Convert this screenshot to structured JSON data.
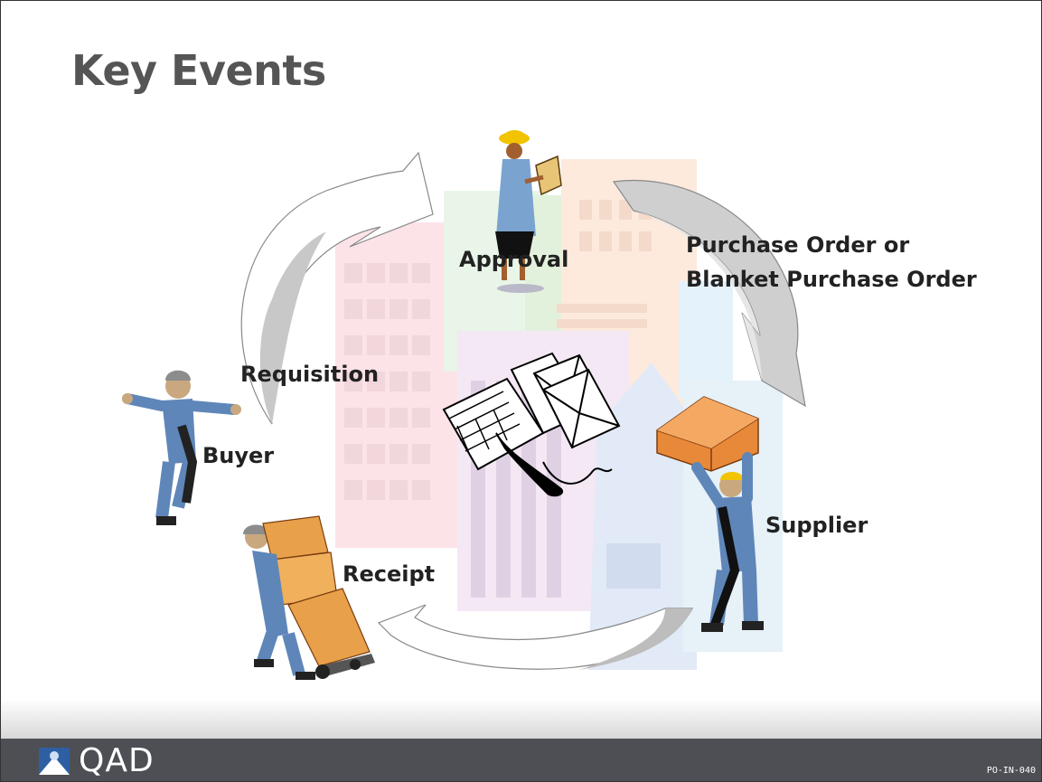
{
  "slide": {
    "title": "Key Events"
  },
  "labels": {
    "approval": "Approval",
    "purchase_order_line1": "Purchase Order or",
    "purchase_order_line2": "Blanket Purchase Order",
    "requisition": "Requisition",
    "buyer": "Buyer",
    "supplier": "Supplier",
    "receipt": "Receipt"
  },
  "icons": [
    "buildings-background",
    "approver-figure",
    "buyer-figure",
    "supplier-figure",
    "receiver-figure",
    "documents-phone-icon",
    "cycle-arrow"
  ],
  "footer": {
    "brand": "QAD",
    "code": "PO-IN-040"
  }
}
